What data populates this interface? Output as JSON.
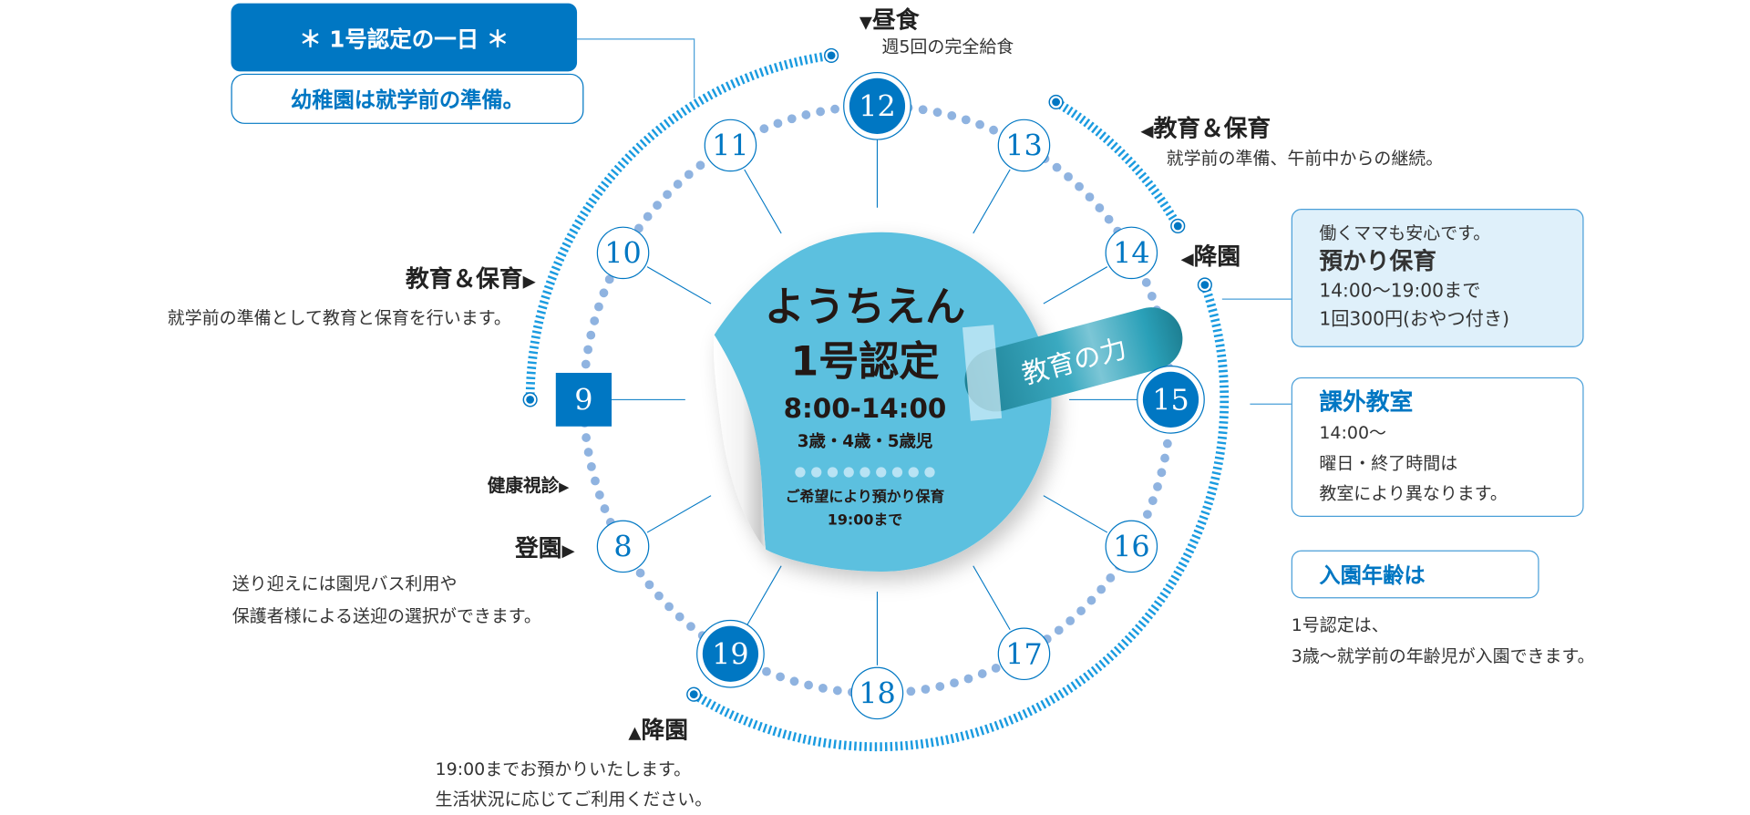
{
  "title": "＊ 1号認定の一日 ＊",
  "subtitle": "幼稚園は就学前の準備。",
  "colors": {
    "brand_blue": "#0077c3",
    "sticker": "#5bc0df",
    "dots": "#8fb3e0",
    "dash": "#1a9be0",
    "ribbon": "#2a9fb5"
  },
  "center": {
    "line1": "ようちえん",
    "line2": "1号認定",
    "hours": "8:00-14:00",
    "ages": "3歳・4歳・5歳児",
    "note1": "ご希望により預かり保育",
    "note2": "19:00まで",
    "ribbon": "教育の力"
  },
  "hours": [
    {
      "h": "8",
      "style": "ring"
    },
    {
      "h": "9",
      "style": "square"
    },
    {
      "h": "10",
      "style": "ring"
    },
    {
      "h": "11",
      "style": "ring"
    },
    {
      "h": "12",
      "style": "filled"
    },
    {
      "h": "13",
      "style": "ring"
    },
    {
      "h": "14",
      "style": "ring"
    },
    {
      "h": "15",
      "style": "filled"
    },
    {
      "h": "16",
      "style": "ring"
    },
    {
      "h": "17",
      "style": "ring"
    },
    {
      "h": "18",
      "style": "ring"
    },
    {
      "h": "19",
      "style": "filled"
    }
  ],
  "events": {
    "lunch": {
      "arrow": "▼",
      "title": "昼食",
      "desc": "週5回の完全給食"
    },
    "afternoon": {
      "arrow": "◀",
      "title": "教育＆保育",
      "desc": "就学前の準備、午前中からの継続。"
    },
    "leave14": {
      "arrow": "◀",
      "title": "降園"
    },
    "morning": {
      "arrow": "▶",
      "title": "教育＆保育",
      "desc": "就学前の準備として教育と保育を行います。"
    },
    "health": {
      "arrow": "▶",
      "title": "健康視診"
    },
    "arrive": {
      "arrow": "▶",
      "title": "登園",
      "desc1": "送り迎えには園児バス利用や",
      "desc2": "保護者様による送迎の選択ができます。"
    },
    "leave19": {
      "arrow": "▲",
      "title": "降園",
      "desc1": "19:00までお預かりいたします。",
      "desc2": "生活状況に応じてご利用ください。"
    }
  },
  "care_box": {
    "line1": "働くママも安心です。",
    "title": "預かり保育",
    "line2": "14:00～19:00まで",
    "line3": "1回300円(おやつ付き)"
  },
  "extra_box": {
    "title": "課外教室",
    "line1": "14:00～",
    "line2": "曜日・終了時間は",
    "line3": "教室により異なります。"
  },
  "age_box": {
    "title": "入園年齢は",
    "line1": "1号認定は、",
    "line2": "3歳～就学前の年齢児が入園できます。"
  }
}
